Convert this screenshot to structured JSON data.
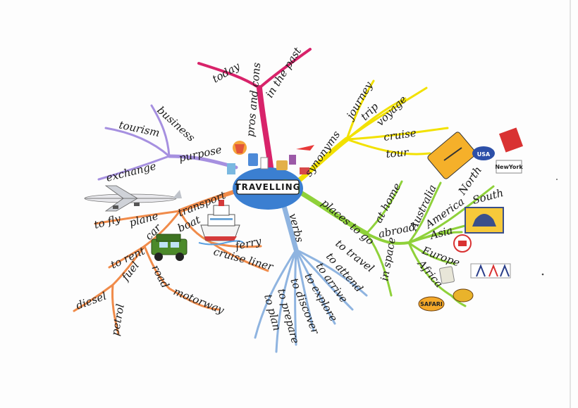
{
  "center": {
    "label": "TRAVELLING"
  },
  "branches": {
    "pros_cons": {
      "label": "pros and cons",
      "children": [
        "today",
        "in the past"
      ]
    },
    "synonyms": {
      "label": "synonyms",
      "children": [
        "journey",
        "trip",
        "voyage",
        "cruise",
        "tour"
      ]
    },
    "places": {
      "label": "places to go",
      "children": [
        "at home",
        "abroad",
        "in space"
      ],
      "abroad_children": [
        "Australia",
        "North",
        "America",
        "South",
        "Asia",
        "Europe",
        "Africa"
      ]
    },
    "verbs": {
      "label": "verbs",
      "children": [
        "to travel",
        "to attend",
        "to arrive",
        "to explore",
        "to discover",
        "to prepare",
        "to plan"
      ]
    },
    "transport": {
      "label": "transport",
      "children": [
        "to fly",
        "plane",
        "car",
        "boat",
        "ferry",
        "cruise liner",
        "to rent",
        "fuel",
        "road",
        "diesel",
        "petrol",
        "motorway"
      ]
    },
    "purpose": {
      "label": "purpose",
      "children": [
        "business",
        "tourism",
        "exchange"
      ]
    }
  },
  "stickers": {
    "usa": "USA",
    "newyork": "NewYork",
    "safari": "SAFARI"
  },
  "colors": {
    "pros_cons": "#d8236a",
    "synonyms": "#f2e100",
    "places": "#8fd13a",
    "verbs": "#8fb4e0",
    "transport": "#f08b4a",
    "purpose": "#a690e0"
  }
}
